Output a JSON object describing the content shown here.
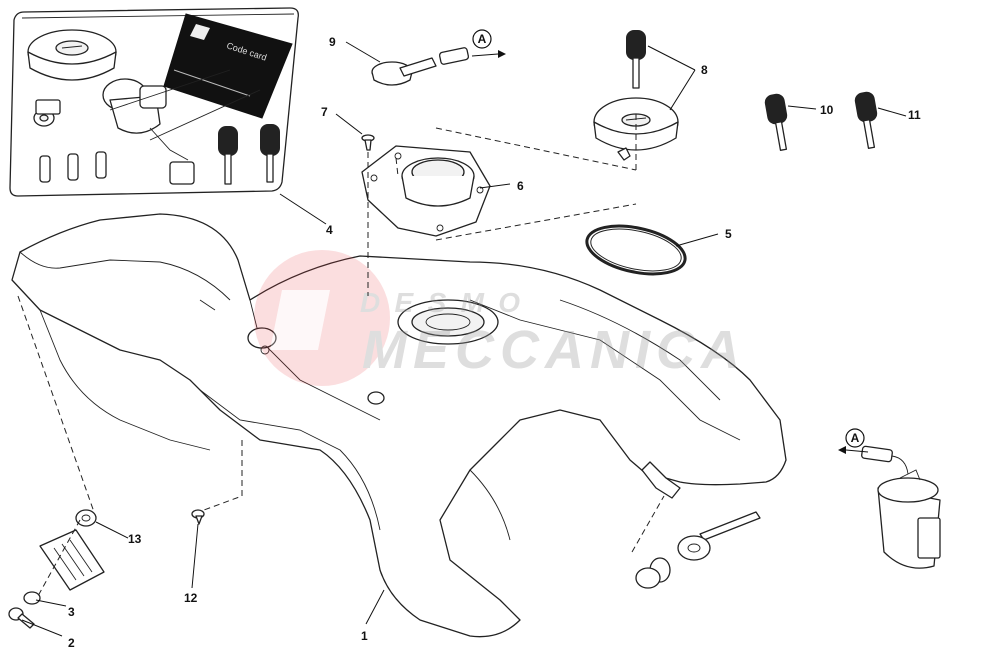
{
  "diagram": {
    "callouts": [
      {
        "id": "c1",
        "text": "1"
      },
      {
        "id": "c2",
        "text": "2"
      },
      {
        "id": "c3",
        "text": "3"
      },
      {
        "id": "c4",
        "text": "4"
      },
      {
        "id": "c5",
        "text": "5"
      },
      {
        "id": "c6",
        "text": "6"
      },
      {
        "id": "c7",
        "text": "7"
      },
      {
        "id": "c8",
        "text": "8"
      },
      {
        "id": "c9",
        "text": "9"
      },
      {
        "id": "c10",
        "text": "10"
      },
      {
        "id": "c11",
        "text": "11"
      },
      {
        "id": "c12",
        "text": "12"
      },
      {
        "id": "c13",
        "text": "13"
      }
    ],
    "reference_marker": "A",
    "code_card_text": "Code card",
    "watermark": {
      "line1": "DESMO",
      "line2": "MECCANICA",
      "color": "#e8474c"
    }
  }
}
